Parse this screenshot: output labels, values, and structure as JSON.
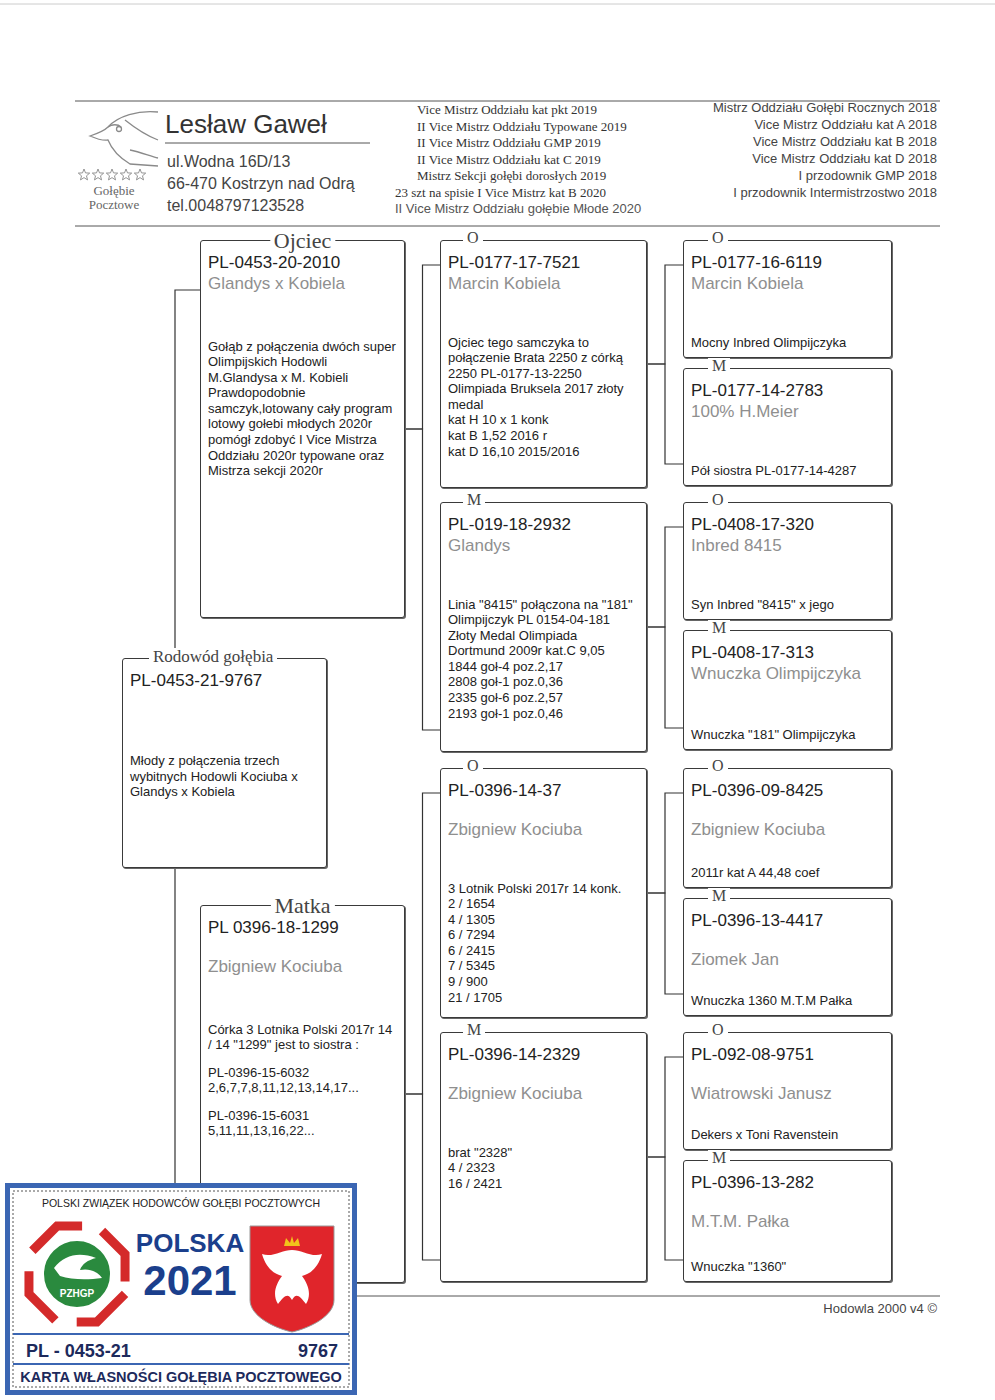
{
  "diagram": {
    "nodes": [
      {
        "text": [
          "Rodowód gołębia",
          "PL-0453-21-9767",
          "Młody z połączenia trzech wybitnych Hodowli Kociuba x Glandys x Kobiela"
        ]
      },
      {
        "text": [
          "Ojciec",
          "PL-0453-20-2010",
          "Glandys x Kobiela",
          "Gołąb z połączenia dwóch super Olimpijskich Hodowli M.Glandysa x M. Kobieli Prawdopodobnie samczyk,lotowany cały program lotowy gołebi młodych 2020r pomógł zdobyć I Vice Mistrza Oddziału 2020r typowane oraz Mistrza sekcji 2020r"
        ]
      },
      {
        "text": [
          "Matka",
          "PL 0396-18-1299",
          "Zbigniew Kociuba",
          "Córka 3 Lotnika Polski 2017r 14 / 14 \"1299\" jest to siostra :",
          "PL-0396-15-6032 2,6,7,7,8,11,12,13,14,17...",
          "PL-0396-15-6031 5,11,11,13,16,22..."
        ]
      },
      {
        "text": [
          "O",
          "PL-0177-17-7521",
          "Marcin Kobiela",
          "Ojciec tego samczyka to połączenie Brata 2250 z córką 2250 PL-0177-13-2250 Olimpiada Bruksela 2017 złoty medal",
          "kat H 10 x 1 konk",
          "kat B 1,52 2016 r",
          "kat D 16,10 2015/2016"
        ]
      },
      {
        "text": [
          "M",
          "PL-019-18-2932",
          "Glandys",
          "Linia \"8415\" połączona na \"181\" Olimpijczyk PL 0154-04-181 Złoty Medal Olimpiada Dortmund 2009r kat.C 9,05",
          "1844 goł-4 poz.2,17",
          "2808 goł-1 poz.0,36",
          "2335 goł-6 poz.2,57",
          "2193 goł-1 poz.0,46"
        ]
      },
      {
        "text": [
          "O",
          "PL-0396-14-37",
          "Zbigniew Kociuba",
          "3 Lotnik Polski 2017r 14 konk.",
          "2 / 1654",
          "4 / 1305",
          "6 / 7294",
          "6 / 2415",
          "7 / 5345",
          "9 / 900",
          "21 / 1705"
        ]
      },
      {
        "text": [
          "M",
          "PL-0396-14-2329",
          "Zbigniew Kociuba",
          "brat \"2328\"",
          "4 / 2323",
          "16 / 2421"
        ]
      },
      {
        "text": [
          "O",
          "PL-0177-16-6119",
          "Marcin Kobiela",
          "Mocny Inbred Olimpijczyka"
        ]
      },
      {
        "text": [
          "M",
          "PL-0177-14-2783",
          "100% H.Meier",
          "Pół siostra PL-0177-14-4287"
        ]
      },
      {
        "text": [
          "O",
          "PL-0408-17-320",
          "Inbred 8415",
          "Syn Inbred \"8415\" x jego"
        ]
      },
      {
        "text": [
          "M",
          "PL-0408-17-313",
          "Wnuczka Olimpijczyka",
          "Wnuczka \"181\" Olimpijczyka"
        ]
      },
      {
        "text": [
          "O",
          "PL-0396-09-8425",
          "Zbigniew Kociuba",
          "2011r kat A 44,48 coef"
        ]
      },
      {
        "text": [
          "M",
          "PL-0396-13-4417",
          "Ziomek Jan",
          "Wnuczka 1360 M.T.M Pałka"
        ]
      },
      {
        "text": [
          "O",
          "PL-092-08-9751",
          "Wiatrowski Janusz",
          "Dekers x Toni Ravenstein"
        ]
      },
      {
        "text": [
          "M",
          "PL-0396-13-282",
          "M.T.M. Pałka",
          "Wnuczka \"1360\""
        ]
      },
      {
        "text": [
          "POLSKI ZWIĄZEK HODOWCÓW GOŁĘBI POCZTOWYCH",
          "PZHGP",
          "POLSKA",
          "2021",
          "PL - 0453-21",
          "9767",
          "KARTA WŁASNOŚCI GOŁĘBIA POCZTOWEGO"
        ]
      }
    ],
    "edges": [
      {
        "from": 0,
        "to": 1,
        "arrow": "none"
      },
      {
        "from": 0,
        "to": 2,
        "arrow": "none"
      },
      {
        "from": 1,
        "to": 3,
        "arrow": "none"
      },
      {
        "from": 1,
        "to": 4,
        "arrow": "none"
      },
      {
        "from": 2,
        "to": 5,
        "arrow": "none"
      },
      {
        "from": 2,
        "to": 6,
        "arrow": "none"
      },
      {
        "from": 3,
        "to": 7,
        "arrow": "none"
      },
      {
        "from": 3,
        "to": 8,
        "arrow": "none"
      },
      {
        "from": 4,
        "to": 9,
        "arrow": "none"
      },
      {
        "from": 4,
        "to": 10,
        "arrow": "none"
      },
      {
        "from": 5,
        "to": 11,
        "arrow": "none"
      },
      {
        "from": 5,
        "to": 12,
        "arrow": "none"
      },
      {
        "from": 6,
        "to": 13,
        "arrow": "none"
      },
      {
        "from": 6,
        "to": 14,
        "arrow": "none"
      }
    ],
    "labels": [
      "Lesław Gaweł",
      "ul.Wodna 16D/13",
      "66-470 Kostrzyn nad Odrą",
      "tel.0048797123528",
      "Gołębie Pocztowe",
      "Vice Mistrz Oddziału kat pkt 2019",
      "II Vice Mistrz Oddziału Typowane 2019",
      "II Vice Mistrz Oddziału GMP 2019",
      "II Vice Mistrz Oddziału kat C 2019",
      "Mistrz Sekcji gołębi dorosłych 2019",
      "23 szt na spisie I Vice Mistrz kat B 2020",
      "II Vice Mistrz Oddziału gołębie Młode 2020",
      "Mistrz Oddziału Gołębi Rocznych 2018",
      "Vice Mistrz Oddziału kat A 2018",
      "Vice Mistrz Oddziału kat B 2018",
      "Vice Mistrz Oddziału kat D 2018",
      "I przodownik GMP 2018",
      "I przodownik Intermistrzostwo 2018",
      "Hodowla 2000 v4 ©"
    ]
  }
}
